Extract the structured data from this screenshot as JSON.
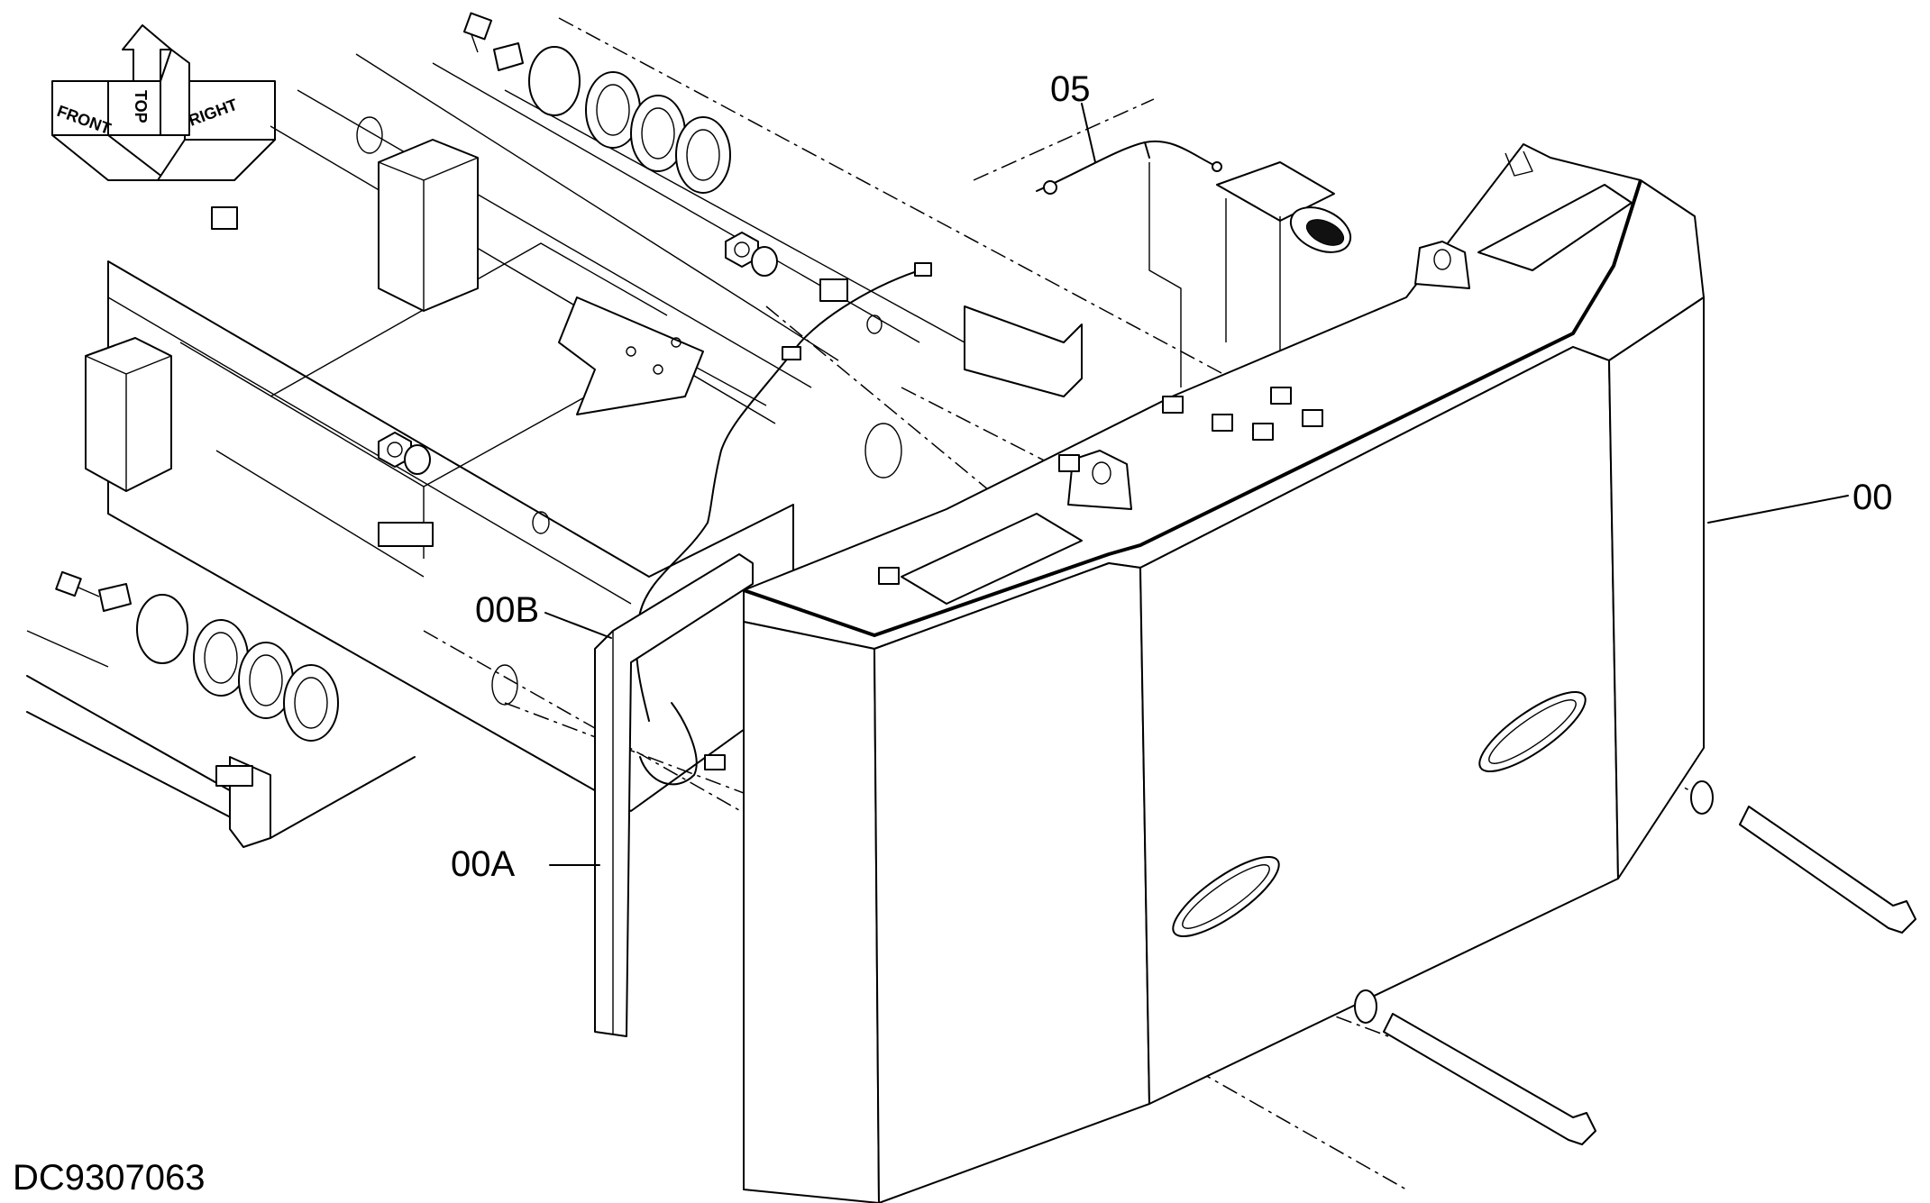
{
  "orientation_indicator": {
    "front": "FRONT",
    "top": "TOP",
    "right": "RIGHT"
  },
  "callouts": {
    "c05": "05",
    "c00": "00",
    "c00B": "00B",
    "c00A": "00A"
  },
  "document_id": "DC9307063"
}
